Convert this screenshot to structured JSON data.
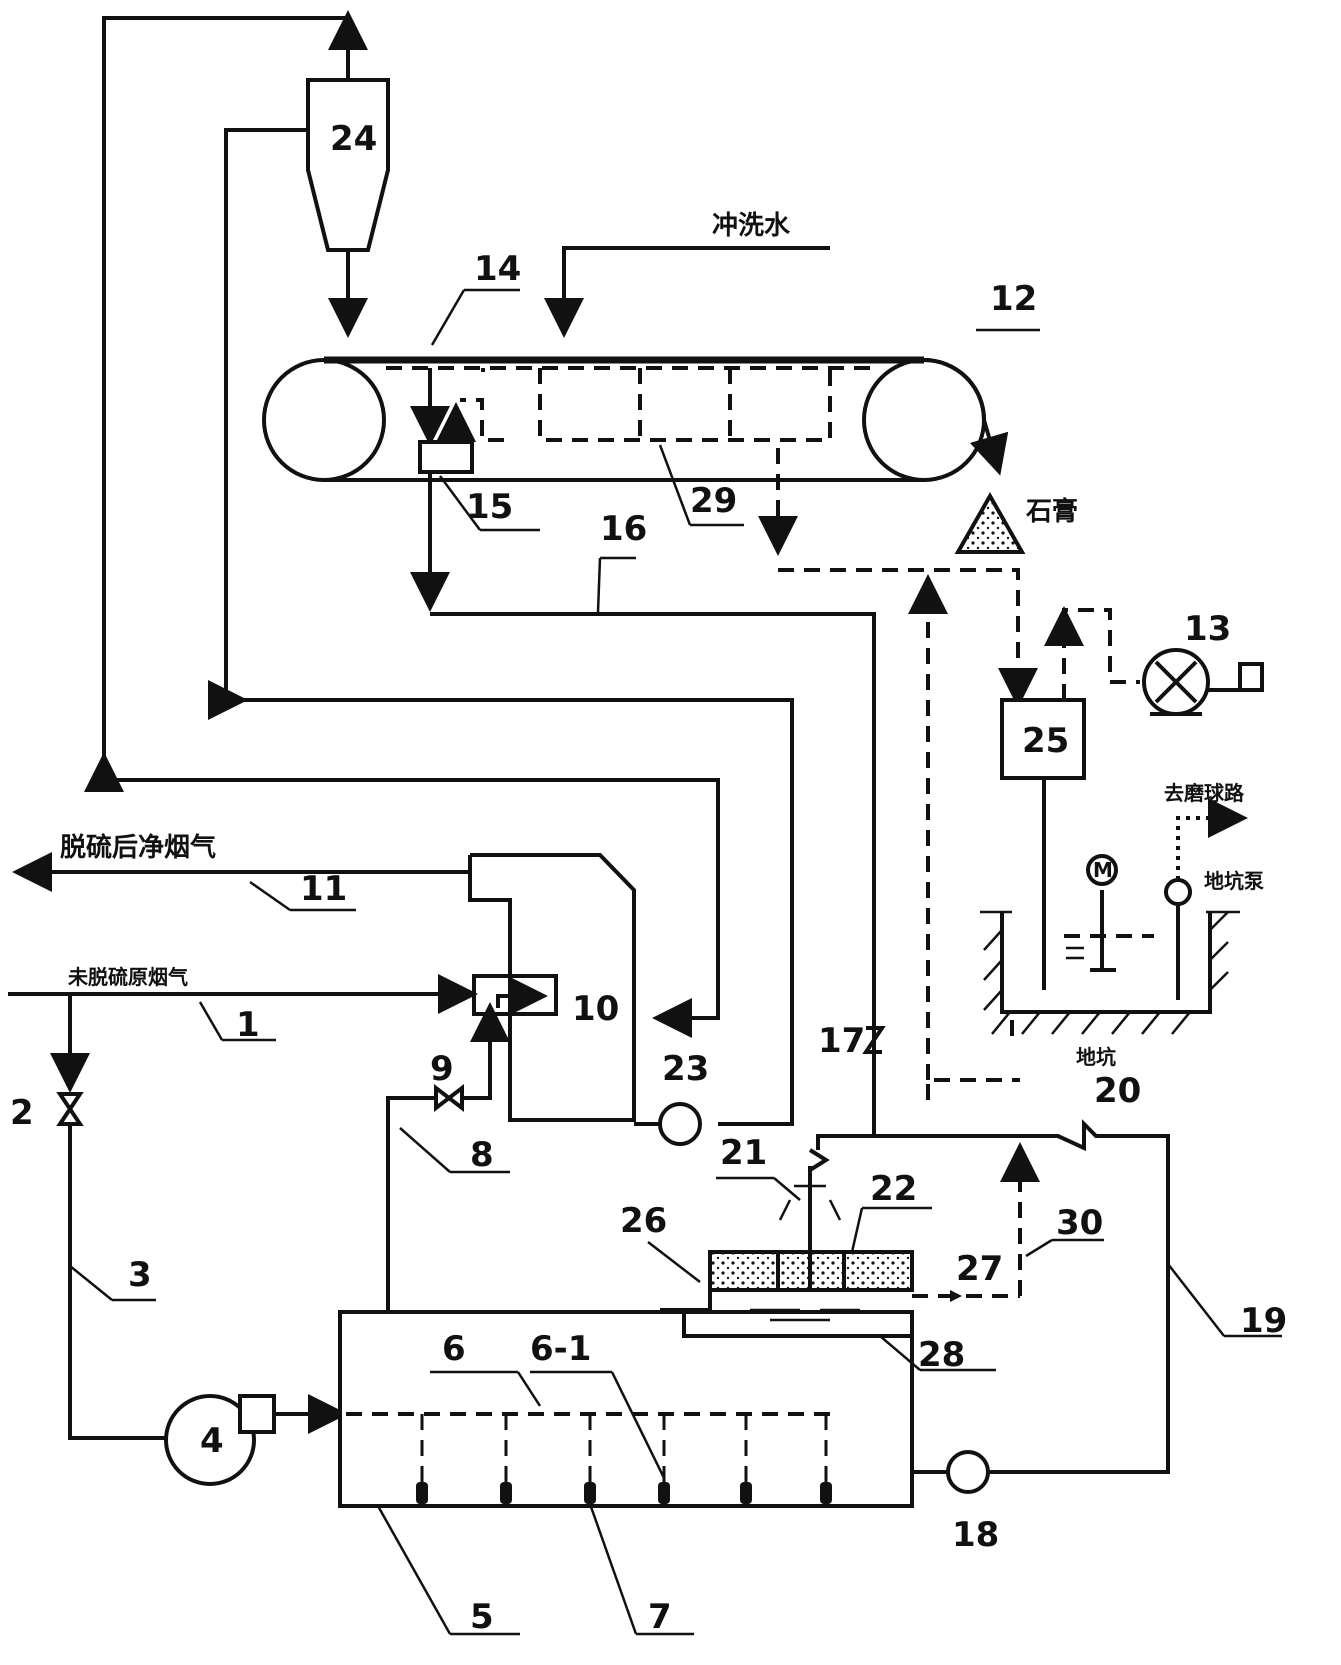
{
  "labels": {
    "n1": "1",
    "n2": "2",
    "n3": "3",
    "n4": "4",
    "n5": "5",
    "n6": "6",
    "n6_1": "6-1",
    "n7": "7",
    "n8": "8",
    "n9": "9",
    "n10": "10",
    "n11": "11",
    "n12": "12",
    "n13": "13",
    "n14": "14",
    "n15": "15",
    "n16": "16",
    "n17": "17",
    "n18": "18",
    "n19": "19",
    "n20": "20",
    "n21": "21",
    "n22": "22",
    "n23": "23",
    "n24": "24",
    "n25": "25",
    "n26": "26",
    "n27": "27",
    "n28": "28",
    "n29": "29",
    "n30": "30"
  },
  "text": {
    "flush_water": "冲洗水",
    "gypsum": "石膏",
    "clean_flue_gas": "脱硫后净烟气",
    "raw_flue_gas": "未脱硫原烟气",
    "to_ball_mill": "去磨球路",
    "pit_pump": "地坑泵",
    "pit": "地坑",
    "motor": "M"
  }
}
